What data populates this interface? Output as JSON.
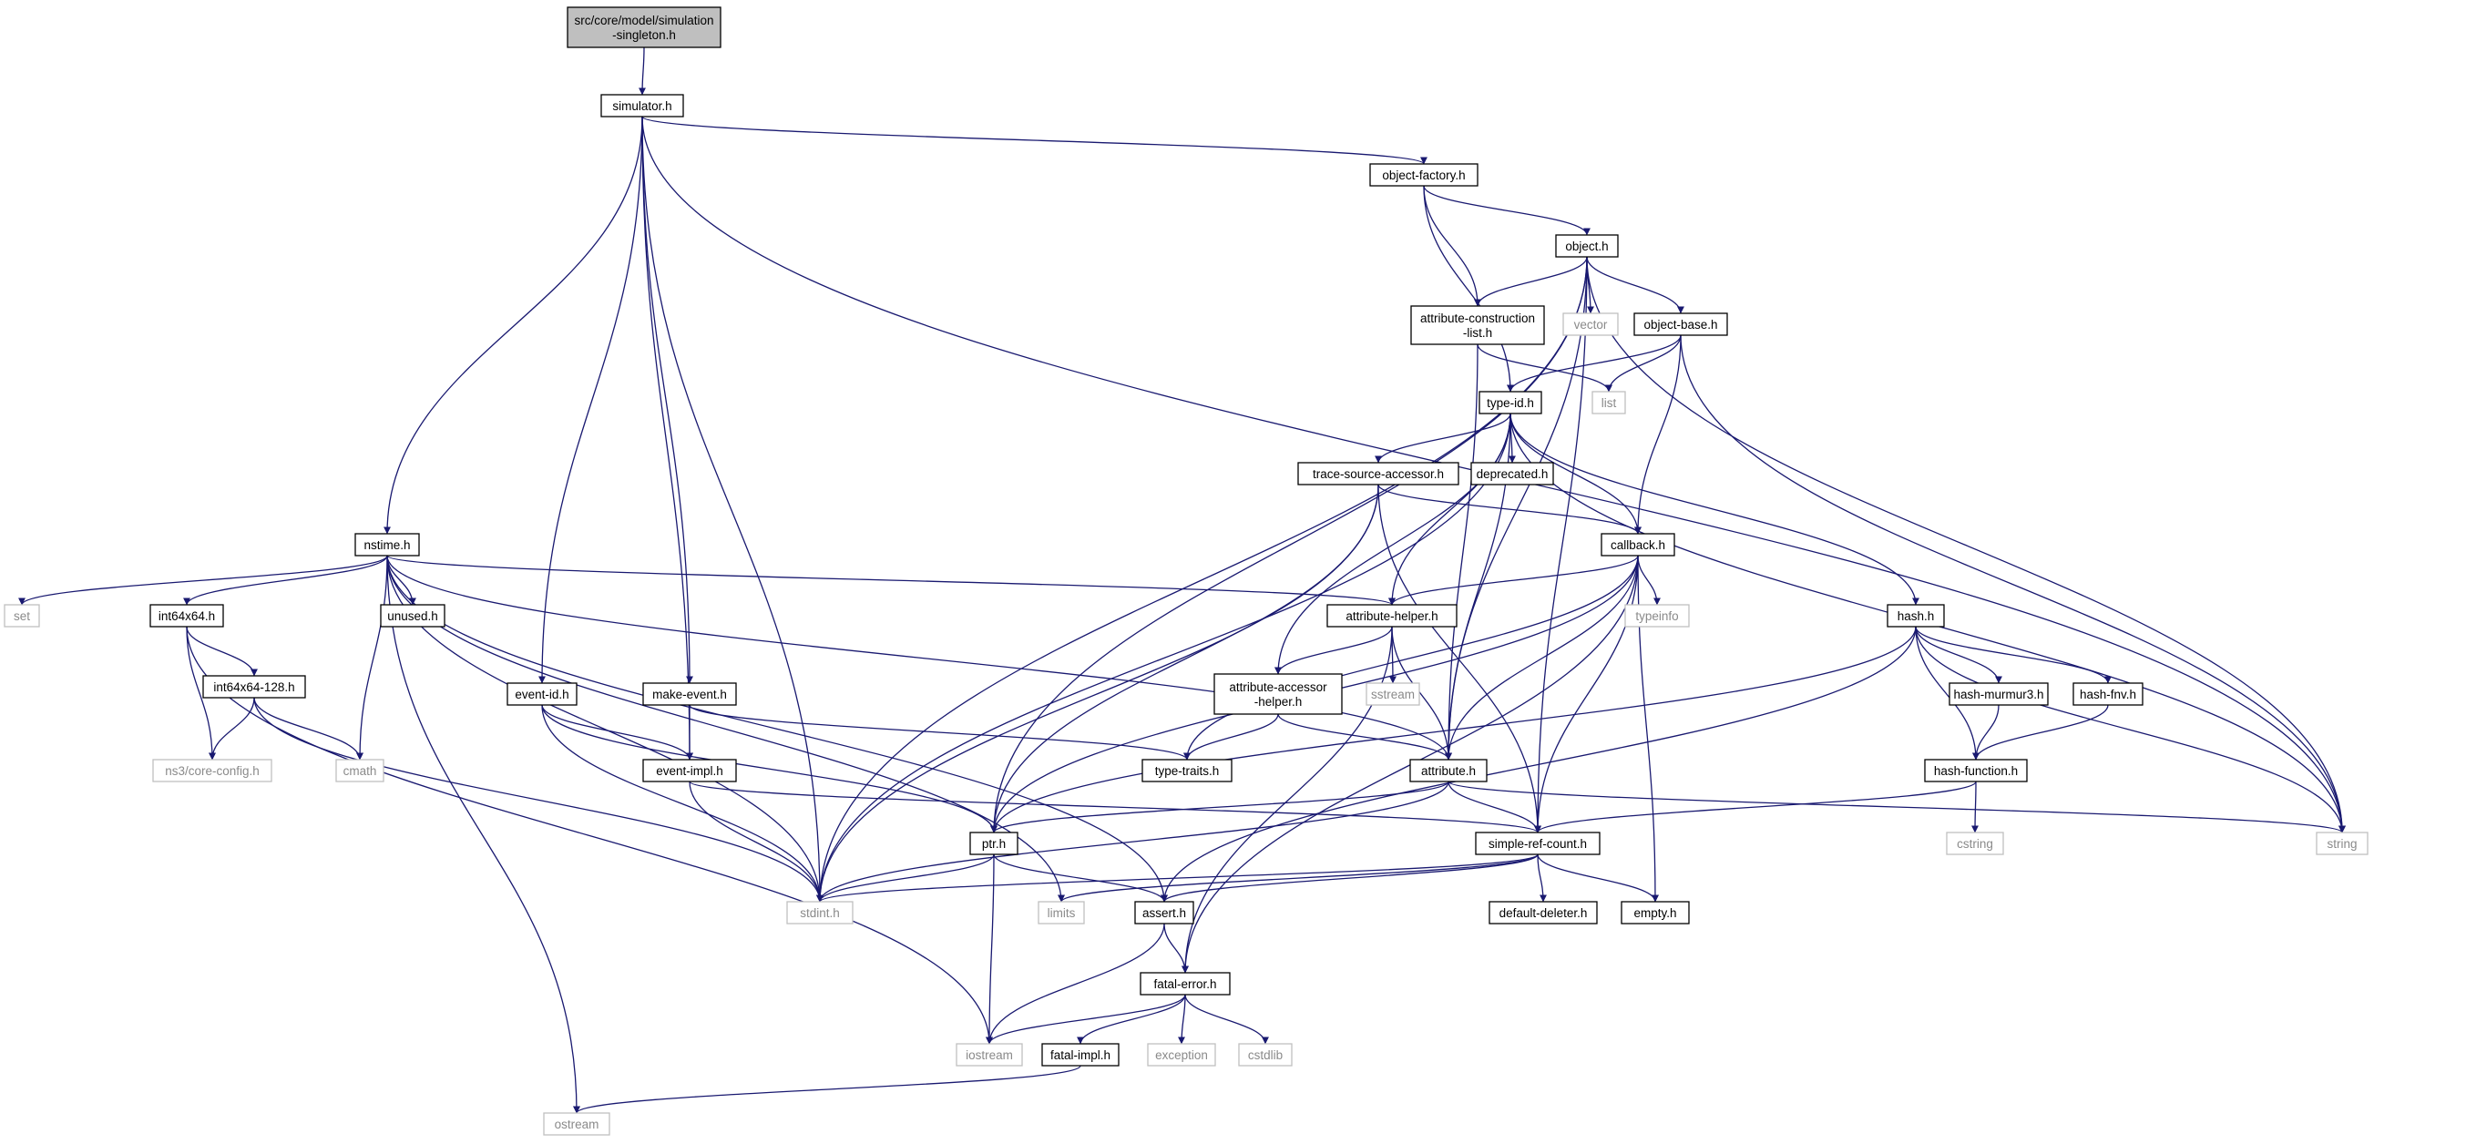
{
  "graph": {
    "root": "src/core/model/simulation-singleton.h",
    "colors": {
      "root_fill": "#bfbfbf",
      "node_fill": "#ffffff",
      "node_border": "#000000",
      "system_border": "#bfbfbf",
      "system_text": "#8a8a8a",
      "edge": "#191970",
      "text": "#000000"
    },
    "nodes": [
      {
        "id": "root",
        "label": [
          "src/core/model/simulation",
          "-singleton.h"
        ],
        "kind": "root"
      },
      {
        "id": "simulator",
        "label": [
          "simulator.h"
        ],
        "kind": "file"
      },
      {
        "id": "objfactory",
        "label": [
          "object-factory.h"
        ],
        "kind": "file"
      },
      {
        "id": "object",
        "label": [
          "object.h"
        ],
        "kind": "file"
      },
      {
        "id": "attrcons",
        "label": [
          "attribute-construction",
          "-list.h"
        ],
        "kind": "file"
      },
      {
        "id": "vector",
        "label": [
          "vector"
        ],
        "kind": "system"
      },
      {
        "id": "objbase",
        "label": [
          "object-base.h"
        ],
        "kind": "file"
      },
      {
        "id": "list",
        "label": [
          "list"
        ],
        "kind": "system"
      },
      {
        "id": "typeid",
        "label": [
          "type-id.h"
        ],
        "kind": "file"
      },
      {
        "id": "deprecated",
        "label": [
          "deprecated.h"
        ],
        "kind": "file"
      },
      {
        "id": "tsa",
        "label": [
          "trace-source-accessor.h"
        ],
        "kind": "file"
      },
      {
        "id": "callback",
        "label": [
          "callback.h"
        ],
        "kind": "file"
      },
      {
        "id": "nstime",
        "label": [
          "nstime.h"
        ],
        "kind": "file"
      },
      {
        "id": "set",
        "label": [
          "set"
        ],
        "kind": "system"
      },
      {
        "id": "int64x64",
        "label": [
          "int64x64.h"
        ],
        "kind": "file"
      },
      {
        "id": "unused",
        "label": [
          "unused.h"
        ],
        "kind": "file"
      },
      {
        "id": "int64128",
        "label": [
          "int64x64-128.h"
        ],
        "kind": "file"
      },
      {
        "id": "cmath",
        "label": [
          "cmath"
        ],
        "kind": "system"
      },
      {
        "id": "coreconfig",
        "label": [
          "ns3/core-config.h"
        ],
        "kind": "system"
      },
      {
        "id": "eventid",
        "label": [
          "event-id.h"
        ],
        "kind": "file"
      },
      {
        "id": "makeevent",
        "label": [
          "make-event.h"
        ],
        "kind": "file"
      },
      {
        "id": "eventimpl",
        "label": [
          "event-impl.h"
        ],
        "kind": "file"
      },
      {
        "id": "attrhelper",
        "label": [
          "attribute-helper.h"
        ],
        "kind": "file"
      },
      {
        "id": "sstream",
        "label": [
          "sstream"
        ],
        "kind": "system"
      },
      {
        "id": "attracc",
        "label": [
          "attribute-accessor",
          "-helper.h"
        ],
        "kind": "file"
      },
      {
        "id": "typetraits",
        "label": [
          "type-traits.h"
        ],
        "kind": "file"
      },
      {
        "id": "attribute",
        "label": [
          "attribute.h"
        ],
        "kind": "file"
      },
      {
        "id": "typeinfo",
        "label": [
          "typeinfo"
        ],
        "kind": "system"
      },
      {
        "id": "hash",
        "label": [
          "hash.h"
        ],
        "kind": "file"
      },
      {
        "id": "hashmurmur",
        "label": [
          "hash-murmur3.h"
        ],
        "kind": "file"
      },
      {
        "id": "hashfnv",
        "label": [
          "hash-fnv.h"
        ],
        "kind": "file"
      },
      {
        "id": "hashfunc",
        "label": [
          "hash-function.h"
        ],
        "kind": "file"
      },
      {
        "id": "cstring",
        "label": [
          "cstring"
        ],
        "kind": "system"
      },
      {
        "id": "string",
        "label": [
          "string"
        ],
        "kind": "system"
      },
      {
        "id": "ptr",
        "label": [
          "ptr.h"
        ],
        "kind": "file"
      },
      {
        "id": "src",
        "label": [
          "simple-ref-count.h"
        ],
        "kind": "file"
      },
      {
        "id": "stdint",
        "label": [
          "stdint.h"
        ],
        "kind": "system"
      },
      {
        "id": "limits",
        "label": [
          "limits"
        ],
        "kind": "system"
      },
      {
        "id": "assert",
        "label": [
          "assert.h"
        ],
        "kind": "file"
      },
      {
        "id": "defdel",
        "label": [
          "default-deleter.h"
        ],
        "kind": "file"
      },
      {
        "id": "empty",
        "label": [
          "empty.h"
        ],
        "kind": "file"
      },
      {
        "id": "fatalerror",
        "label": [
          "fatal-error.h"
        ],
        "kind": "file"
      },
      {
        "id": "iostream",
        "label": [
          "iostream"
        ],
        "kind": "system"
      },
      {
        "id": "fatalimpl",
        "label": [
          "fatal-impl.h"
        ],
        "kind": "file"
      },
      {
        "id": "exception",
        "label": [
          "exception"
        ],
        "kind": "system"
      },
      {
        "id": "cstdlib",
        "label": [
          "cstdlib"
        ],
        "kind": "system"
      },
      {
        "id": "ostream",
        "label": [
          "ostream"
        ],
        "kind": "system"
      }
    ],
    "edges": [
      [
        "root",
        "simulator"
      ],
      [
        "simulator",
        "objfactory"
      ],
      [
        "simulator",
        "string"
      ],
      [
        "simulator",
        "nstime"
      ],
      [
        "simulator",
        "stdint"
      ],
      [
        "simulator",
        "eventid"
      ],
      [
        "simulator",
        "eventimpl"
      ],
      [
        "simulator",
        "makeevent"
      ],
      [
        "objfactory",
        "object"
      ],
      [
        "objfactory",
        "attrcons"
      ],
      [
        "objfactory",
        "typeid"
      ],
      [
        "object",
        "attrcons"
      ],
      [
        "object",
        "vector"
      ],
      [
        "object",
        "objbase"
      ],
      [
        "object",
        "string"
      ],
      [
        "object",
        "stdint"
      ],
      [
        "object",
        "ptr"
      ],
      [
        "object",
        "attribute"
      ],
      [
        "object",
        "src"
      ],
      [
        "attrcons",
        "list"
      ],
      [
        "attrcons",
        "attribute"
      ],
      [
        "objbase",
        "typeid"
      ],
      [
        "objbase",
        "list"
      ],
      [
        "objbase",
        "callback"
      ],
      [
        "objbase",
        "string"
      ],
      [
        "typeid",
        "deprecated"
      ],
      [
        "typeid",
        "tsa"
      ],
      [
        "typeid",
        "callback"
      ],
      [
        "typeid",
        "hash"
      ],
      [
        "typeid",
        "attrhelper"
      ],
      [
        "typeid",
        "attracc"
      ],
      [
        "typeid",
        "attribute"
      ],
      [
        "typeid",
        "stdint"
      ],
      [
        "typeid",
        "string"
      ],
      [
        "tsa",
        "callback"
      ],
      [
        "tsa",
        "ptr"
      ],
      [
        "tsa",
        "src"
      ],
      [
        "tsa",
        "stdint"
      ],
      [
        "callback",
        "attrhelper"
      ],
      [
        "callback",
        "typeinfo"
      ],
      [
        "callback",
        "attribute"
      ],
      [
        "callback",
        "typetraits"
      ],
      [
        "callback",
        "ptr"
      ],
      [
        "callback",
        "src"
      ],
      [
        "callback",
        "empty"
      ],
      [
        "callback",
        "fatalerror"
      ],
      [
        "nstime",
        "set"
      ],
      [
        "nstime",
        "int64x64"
      ],
      [
        "nstime",
        "unused"
      ],
      [
        "nstime",
        "cmath"
      ],
      [
        "nstime",
        "attrhelper"
      ],
      [
        "nstime",
        "attribute"
      ],
      [
        "nstime",
        "assert"
      ],
      [
        "nstime",
        "limits"
      ],
      [
        "nstime",
        "stdint"
      ],
      [
        "nstime",
        "ostream"
      ],
      [
        "int64x64",
        "int64128"
      ],
      [
        "int64x64",
        "coreconfig"
      ],
      [
        "int64x64",
        "iostream"
      ],
      [
        "int64128",
        "coreconfig"
      ],
      [
        "int64128",
        "cmath"
      ],
      [
        "int64128",
        "stdint"
      ],
      [
        "eventid",
        "eventimpl"
      ],
      [
        "eventid",
        "ptr"
      ],
      [
        "eventid",
        "stdint"
      ],
      [
        "makeevent",
        "eventimpl"
      ],
      [
        "makeevent",
        "typetraits"
      ],
      [
        "eventimpl",
        "src"
      ],
      [
        "eventimpl",
        "stdint"
      ],
      [
        "attrhelper",
        "sstream"
      ],
      [
        "attrhelper",
        "attracc"
      ],
      [
        "attrhelper",
        "attribute"
      ],
      [
        "attrhelper",
        "fatalerror"
      ],
      [
        "attracc",
        "typetraits"
      ],
      [
        "attracc",
        "attribute"
      ],
      [
        "attribute",
        "ptr"
      ],
      [
        "attribute",
        "src"
      ],
      [
        "attribute",
        "string"
      ],
      [
        "attribute",
        "stdint"
      ],
      [
        "hash",
        "hashmurmur"
      ],
      [
        "hash",
        "hashfnv"
      ],
      [
        "hash",
        "hashfunc"
      ],
      [
        "hash",
        "string"
      ],
      [
        "hash",
        "ptr"
      ],
      [
        "hash",
        "assert"
      ],
      [
        "hashmurmur",
        "hashfunc"
      ],
      [
        "hashfnv",
        "hashfunc"
      ],
      [
        "hashfunc",
        "cstring"
      ],
      [
        "hashfunc",
        "src"
      ],
      [
        "ptr",
        "stdint"
      ],
      [
        "ptr",
        "assert"
      ],
      [
        "ptr",
        "iostream"
      ],
      [
        "src",
        "defdel"
      ],
      [
        "src",
        "empty"
      ],
      [
        "src",
        "assert"
      ],
      [
        "src",
        "limits"
      ],
      [
        "src",
        "stdint"
      ],
      [
        "assert",
        "fatalerror"
      ],
      [
        "assert",
        "iostream"
      ],
      [
        "fatalerror",
        "iostream"
      ],
      [
        "fatalerror",
        "fatalimpl"
      ],
      [
        "fatalerror",
        "exception"
      ],
      [
        "fatalerror",
        "cstdlib"
      ],
      [
        "fatalimpl",
        "ostream"
      ]
    ]
  }
}
